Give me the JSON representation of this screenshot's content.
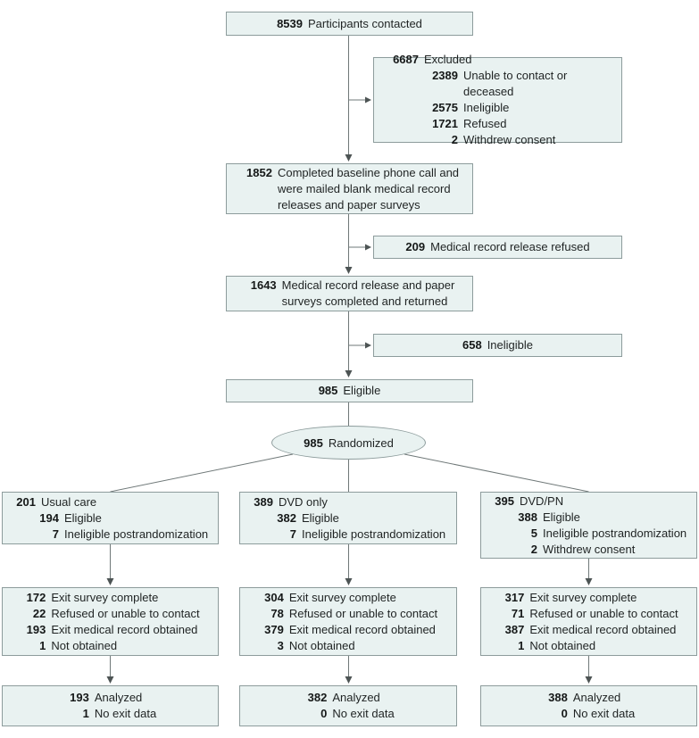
{
  "colors": {
    "box_fill": "#e9f2f1",
    "box_border": "#8d9c9c",
    "line": "#6f7878",
    "arrowhead": "#4d5454",
    "text": "#1f2323"
  },
  "nodes": {
    "contacted": {
      "num": "8539",
      "label": "Participants contacted"
    },
    "excluded": {
      "rows": [
        {
          "n": "6687",
          "t": "Excluded"
        },
        {
          "n": "2389",
          "t": "Unable to contact or deceased"
        },
        {
          "n": "2575",
          "t": "Ineligible"
        },
        {
          "n": "1721",
          "t": "Refused"
        },
        {
          "n": "2",
          "t": "Withdrew consent"
        }
      ]
    },
    "baseline": {
      "num": "1852",
      "label": "Completed baseline phone call and\nwere mailed blank medical record\nreleases and paper surveys"
    },
    "release_refused": {
      "num": "209",
      "label": "Medical record release refused"
    },
    "returned": {
      "num": "1643",
      "label": "Medical record release and paper\nsurveys completed and returned"
    },
    "ineligible": {
      "num": "658",
      "label": "Ineligible"
    },
    "eligible": {
      "num": "985",
      "label": "Eligible"
    },
    "randomized": {
      "num": "985",
      "label": "Randomized"
    },
    "arms": [
      {
        "assign": {
          "rows": [
            {
              "n": "201",
              "t": "Usual care"
            },
            {
              "n": "194",
              "t": "Eligible"
            },
            {
              "n": "7",
              "t": "Ineligible postrandomization"
            }
          ]
        },
        "exit": {
          "rows": [
            {
              "n": "172",
              "t": "Exit survey complete"
            },
            {
              "n": "22",
              "t": "Refused or unable to contact"
            },
            {
              "n": "193",
              "t": "Exit medical record obtained"
            },
            {
              "n": "1",
              "t": "Not obtained"
            }
          ]
        },
        "analyzed": {
          "rows": [
            {
              "n": "193",
              "t": "Analyzed"
            },
            {
              "n": "1",
              "t": "No exit data"
            }
          ]
        }
      },
      {
        "assign": {
          "rows": [
            {
              "n": "389",
              "t": "DVD only"
            },
            {
              "n": "382",
              "t": "Eligible"
            },
            {
              "n": "7",
              "t": "Ineligible postrandomization"
            }
          ]
        },
        "exit": {
          "rows": [
            {
              "n": "304",
              "t": "Exit survey complete"
            },
            {
              "n": "78",
              "t": "Refused or unable to contact"
            },
            {
              "n": "379",
              "t": "Exit medical record obtained"
            },
            {
              "n": "3",
              "t": "Not obtained"
            }
          ]
        },
        "analyzed": {
          "rows": [
            {
              "n": "382",
              "t": "Analyzed"
            },
            {
              "n": "0",
              "t": "No exit data"
            }
          ]
        }
      },
      {
        "assign": {
          "rows": [
            {
              "n": "395",
              "t": "DVD/PN"
            },
            {
              "n": "388",
              "t": "Eligible"
            },
            {
              "n": "5",
              "t": "Ineligible postrandomization"
            },
            {
              "n": "2",
              "t": "Withdrew consent"
            }
          ]
        },
        "exit": {
          "rows": [
            {
              "n": "317",
              "t": "Exit survey complete"
            },
            {
              "n": "71",
              "t": "Refused or unable to contact"
            },
            {
              "n": "387",
              "t": "Exit medical record obtained"
            },
            {
              "n": "1",
              "t": "Not obtained"
            }
          ]
        },
        "analyzed": {
          "rows": [
            {
              "n": "388",
              "t": "Analyzed"
            },
            {
              "n": "0",
              "t": "No exit data"
            }
          ]
        }
      }
    ]
  }
}
